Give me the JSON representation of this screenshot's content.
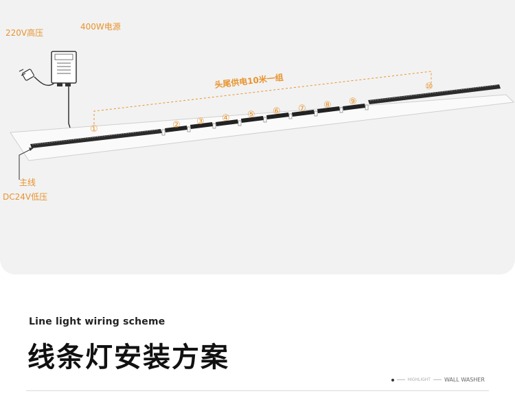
{
  "diagram": {
    "label_high_voltage": "220V高压",
    "label_power_supply": "400W电源",
    "label_group": "头尾供电10米一组",
    "label_main_line": "主线",
    "label_low_voltage": "DC24V低压",
    "bar_numbers": [
      "①",
      "②",
      "③",
      "④",
      "⑤",
      "⑥",
      "⑦",
      "⑧",
      "⑨",
      "⑩"
    ],
    "accent_color": "#e8932d"
  },
  "section": {
    "subtitle": "Line light wiring scheme",
    "title": "线条灯安装方案",
    "tag_highlight": "HIGHLIGHT",
    "tag_text": "WALL WASHER"
  }
}
